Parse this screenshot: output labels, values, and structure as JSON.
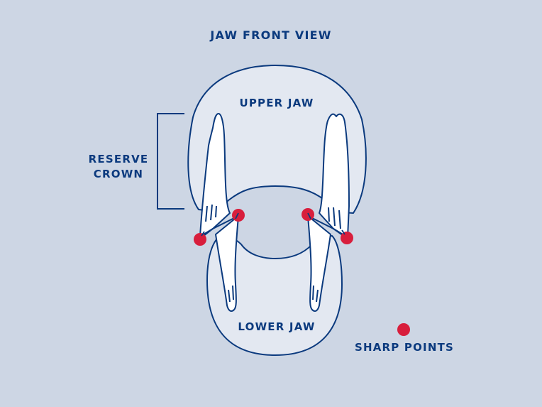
{
  "diagram": {
    "title": "JAW FRONT VIEW",
    "upper_jaw_label": "UPPER JAW",
    "lower_jaw_label": "LOWER JAW",
    "reserve_crown_label": [
      "RESERVE",
      "CROWN"
    ],
    "legend": {
      "label": "SHARP POINTS",
      "marker": "red-dot"
    }
  },
  "colors": {
    "background": "#cdd6e4",
    "outline": "#0b3a7e",
    "jaw_fill": "#e3e8f1",
    "tooth_fill": "#ffffff",
    "sharp_point": "#d81e3c"
  }
}
